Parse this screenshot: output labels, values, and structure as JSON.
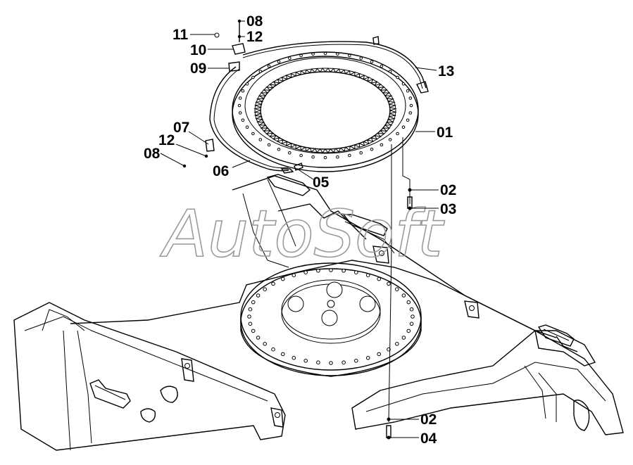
{
  "watermark": "AutoSoft",
  "callouts": [
    {
      "id": "01",
      "text": "01"
    },
    {
      "id": "02a",
      "text": "02"
    },
    {
      "id": "03",
      "text": "03"
    },
    {
      "id": "02b",
      "text": "02"
    },
    {
      "id": "04",
      "text": "04"
    },
    {
      "id": "05",
      "text": "05"
    },
    {
      "id": "06",
      "text": "06"
    },
    {
      "id": "07",
      "text": "07"
    },
    {
      "id": "08a",
      "text": "08"
    },
    {
      "id": "08b",
      "text": "08"
    },
    {
      "id": "09",
      "text": "09"
    },
    {
      "id": "10",
      "text": "10"
    },
    {
      "id": "11",
      "text": "11"
    },
    {
      "id": "12a",
      "text": "12"
    },
    {
      "id": "12b",
      "text": "12"
    },
    {
      "id": "13",
      "text": "13"
    }
  ]
}
